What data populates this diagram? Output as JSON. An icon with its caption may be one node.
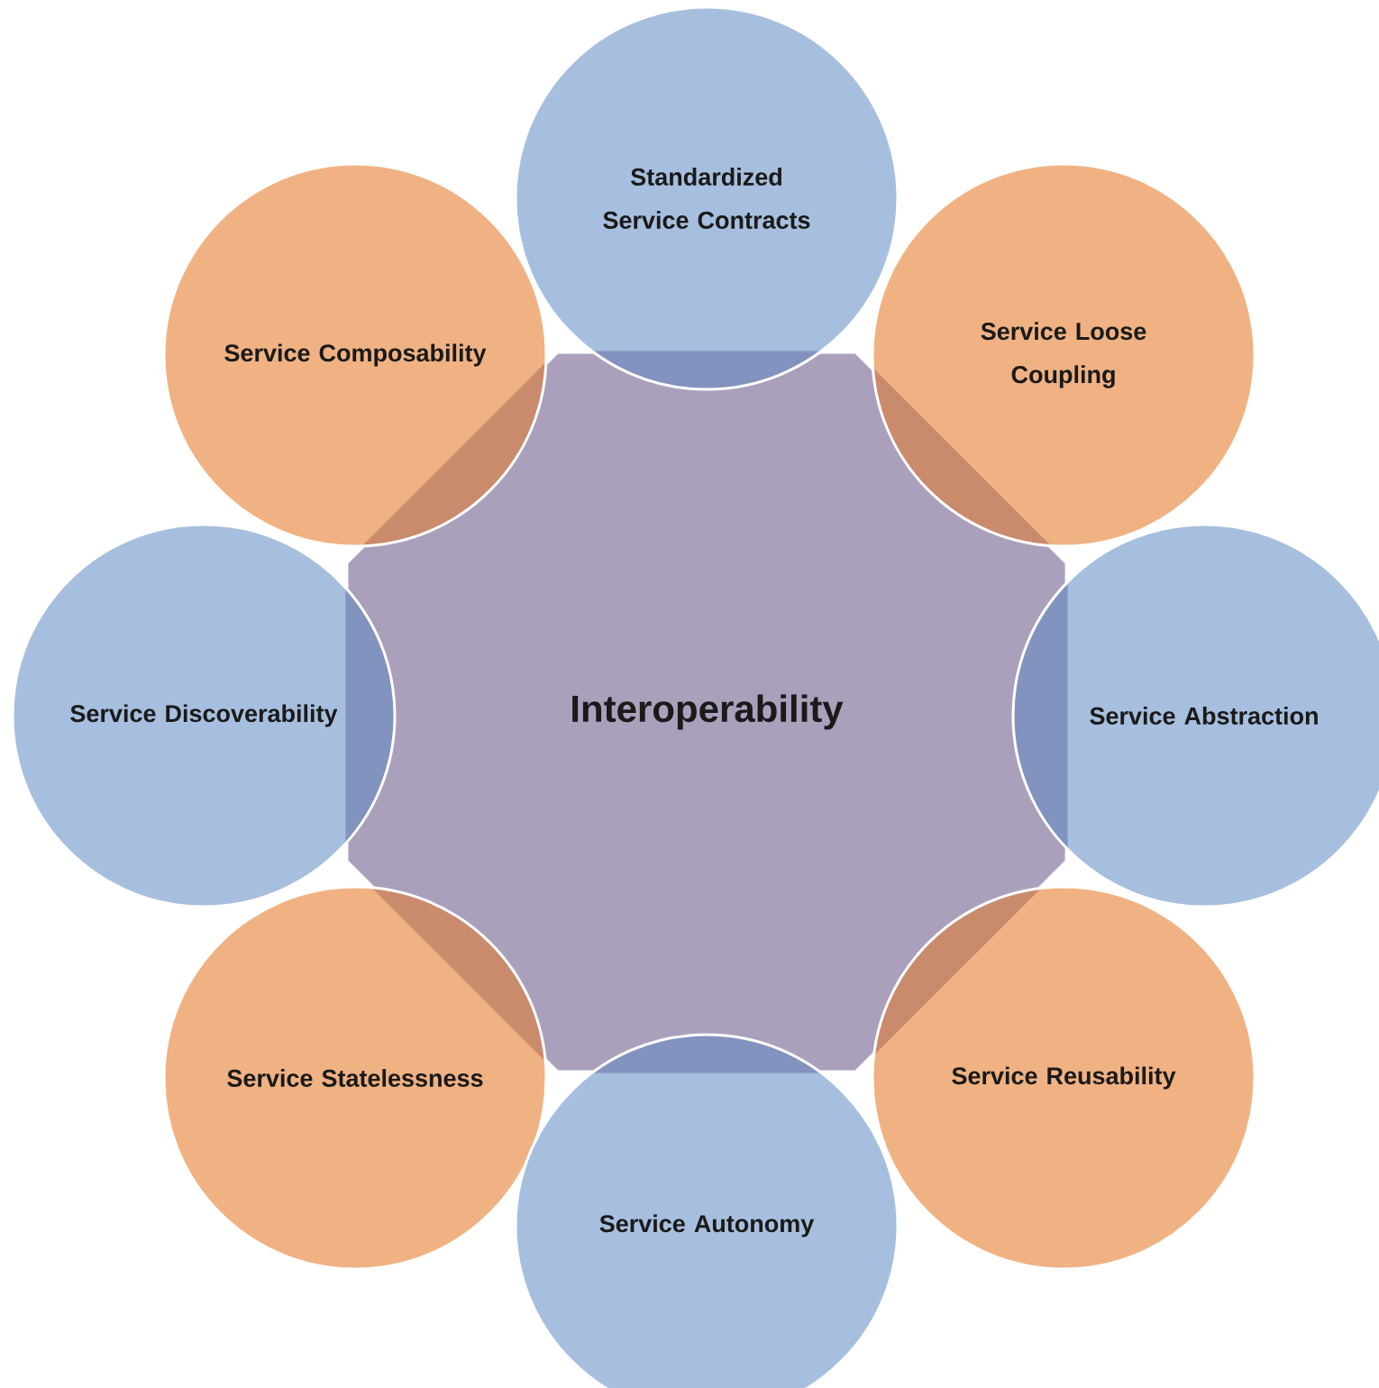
{
  "diagram": {
    "nodes": [
      {
        "text": [
          "Interoperability"
        ]
      },
      {
        "text": [
          "Standardized Service Contracts"
        ]
      },
      {
        "text": [
          "Service Composability"
        ]
      },
      {
        "text": [
          "Service Loose Coupling"
        ]
      },
      {
        "text": [
          "Service Discoverability"
        ]
      },
      {
        "text": [
          "Service Abstraction"
        ]
      },
      {
        "text": [
          "Service Statelessness"
        ]
      },
      {
        "text": [
          "Service Reusability"
        ]
      },
      {
        "text": [
          "Service Autonomy"
        ]
      }
    ]
  }
}
